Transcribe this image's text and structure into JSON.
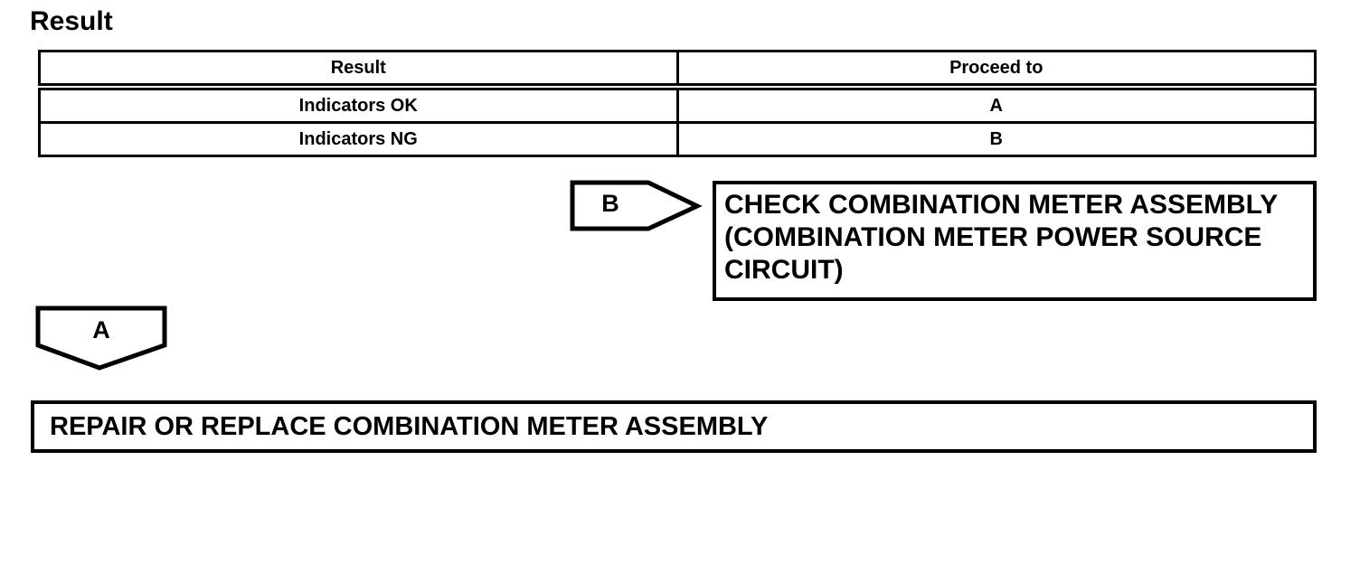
{
  "page": {
    "heading": "Result"
  },
  "result_table": {
    "columns": [
      "Result",
      "Proceed to"
    ],
    "rows": [
      {
        "result": "Indicators OK",
        "proceed_to": "A"
      },
      {
        "result": "Indicators NG",
        "proceed_to": "B"
      }
    ]
  },
  "flow": {
    "connector_b": {
      "label": "B"
    },
    "box_b": {
      "text": "CHECK COMBINATION METER ASSEMBLY (COMBINATION METER POWER SOURCE CIRCUIT)"
    },
    "connector_a": {
      "label": "A"
    },
    "box_a": {
      "text": "REPAIR OR REPLACE COMBINATION METER ASSEMBLY"
    }
  },
  "colors": {
    "ink": "#000000",
    "background": "#ffffff"
  }
}
